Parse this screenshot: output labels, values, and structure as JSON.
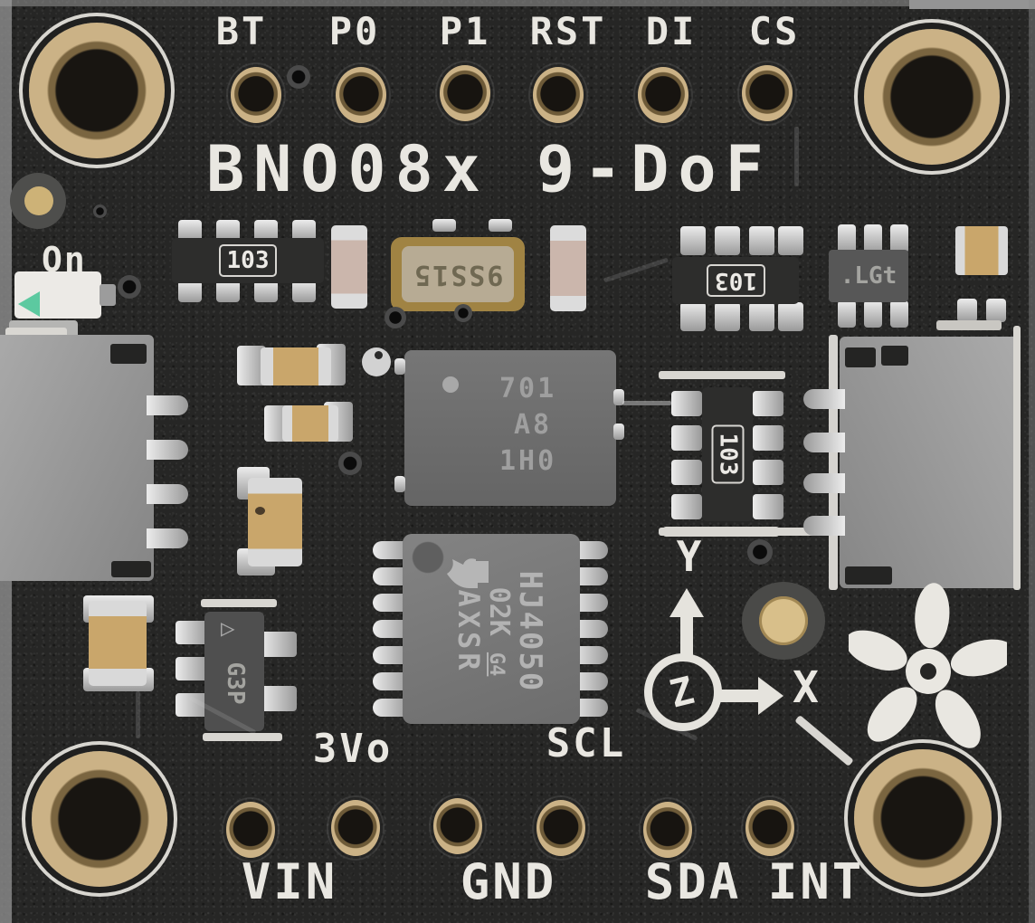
{
  "board_title": "BNO08x 9-DoF",
  "pins": {
    "top": [
      "BT",
      "P0",
      "P1",
      "RST",
      "DI",
      "CS"
    ],
    "bottom_upper": [
      "3Vo",
      "SCL"
    ],
    "bottom_lower": [
      "VIN",
      "GND",
      "SDA",
      "INT"
    ]
  },
  "power_led_label": "On",
  "axis_indicator": {
    "y_label": "Y",
    "z_label": "Z",
    "x_label": "X"
  },
  "components": {
    "sensor_ic": {
      "line1": "701",
      "line2": "A8",
      "line3": "1H0"
    },
    "level_shifter_ic": {
      "line1": "HJ4050",
      "line2_main": "02K",
      "line2_suffix": "G4",
      "line3": "AXSR"
    },
    "regulator_marking": "G3P",
    "logic_ic_marking": ".LGt",
    "crystal_marking": "9SS15",
    "resistor_network_left": "103",
    "resistor_network_right": "103",
    "resistor_network_middle": "103"
  },
  "colors": {
    "board": "#262625",
    "silkscreen": "#e9e7e1",
    "gold": "#cbb286",
    "capacitor_tan": "#c9a66b",
    "led_green": "#5cc9a0"
  }
}
